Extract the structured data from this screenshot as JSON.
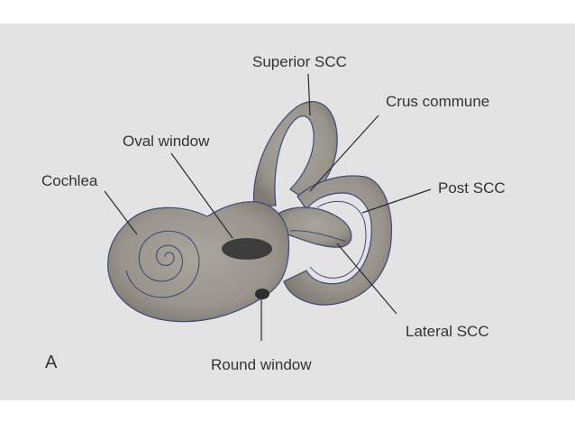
{
  "figure": {
    "panel_letter": "A",
    "labels": {
      "superior_scc": "Superior SCC",
      "crus_commune": "Crus commune",
      "oval_window": "Oval window",
      "cochlea": "Cochlea",
      "post_scc": "Post SCC",
      "lateral_scc": "Lateral SCC",
      "round_window": "Round window"
    },
    "colors": {
      "background": "#e3e3e3",
      "bone_fill": "#9a958d",
      "bone_outline": "#3a4a7a",
      "window_fill": "#3c3c3c",
      "label_text": "#333333"
    }
  }
}
